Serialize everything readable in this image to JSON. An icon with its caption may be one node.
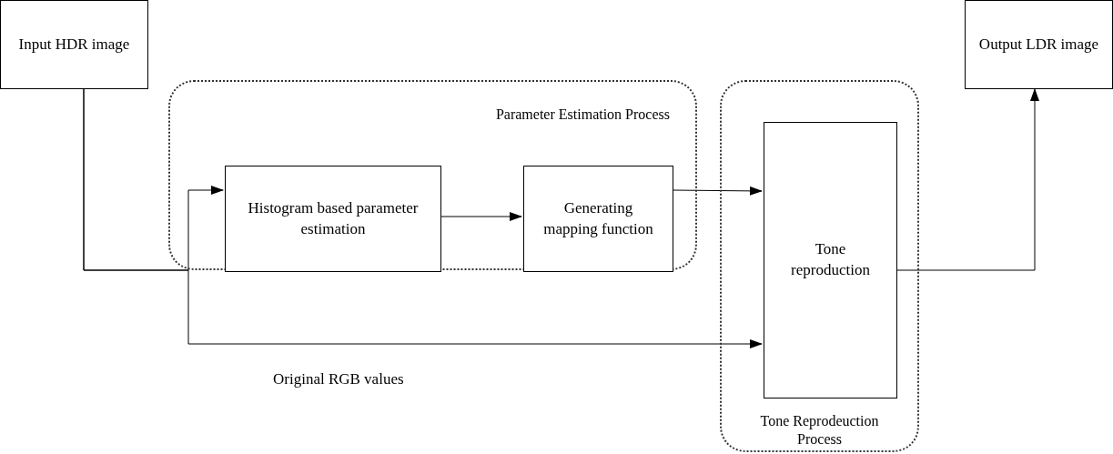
{
  "diagram": {
    "nodes": [
      {
        "text": [
          "Input HDR image"
        ]
      },
      {
        "text": [
          "Parameter Estimation Process"
        ]
      },
      {
        "text": [
          "Histogram based parameter estimation"
        ],
        "in": 1
      },
      {
        "text": [
          "Generating mapping function"
        ],
        "in": 1
      },
      {
        "text": [
          "Tone Reprodeuction Process"
        ]
      },
      {
        "text": [
          "Tone reproduction"
        ],
        "in": 4
      },
      {
        "text": [
          "Output LDR image"
        ]
      }
    ],
    "edges": [
      {
        "from": 0,
        "to": 2,
        "arrow": "to"
      },
      {
        "from": 0,
        "to": 5,
        "arrow": "to",
        "label": "Original RGB values"
      },
      {
        "from": 2,
        "to": 3,
        "arrow": "to"
      },
      {
        "from": 3,
        "to": 5,
        "arrow": "to"
      },
      {
        "from": 5,
        "to": 6,
        "arrow": "to"
      }
    ]
  }
}
